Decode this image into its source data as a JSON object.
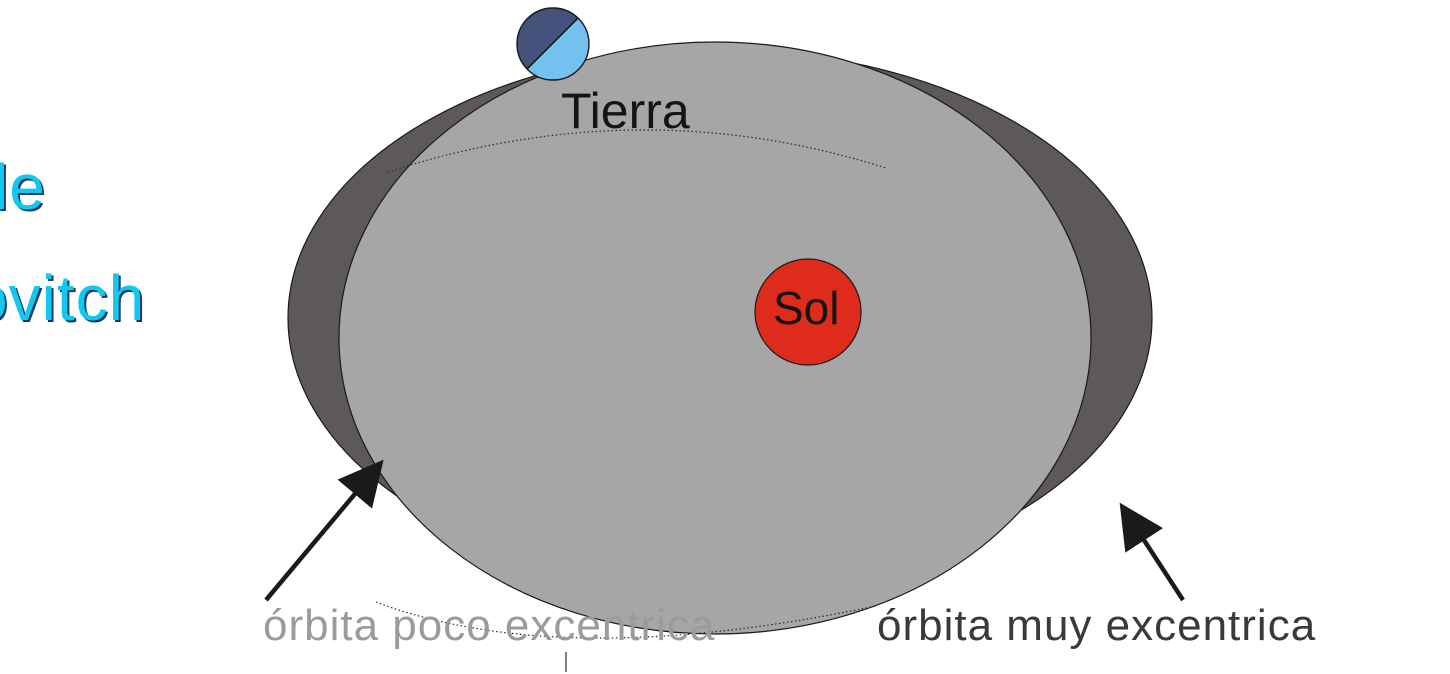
{
  "title": {
    "line1": "le",
    "line2": "ovitch"
  },
  "labels": {
    "earth": "Tierra",
    "sun": "Sol",
    "low_eccentricity_orbit": "órbita poco excentrica",
    "high_eccentricity_orbit": "órbita muy excentrica"
  },
  "colors": {
    "outer_orbit_fill": "#5d5958",
    "inner_orbit_fill": "#a6a6a6",
    "sun_fill": "#de2b1b",
    "earth_dark": "#44527b",
    "earth_light": "#74c1ef",
    "title_text": "#12c8ee",
    "title_shadow": "#0e3a6b"
  }
}
